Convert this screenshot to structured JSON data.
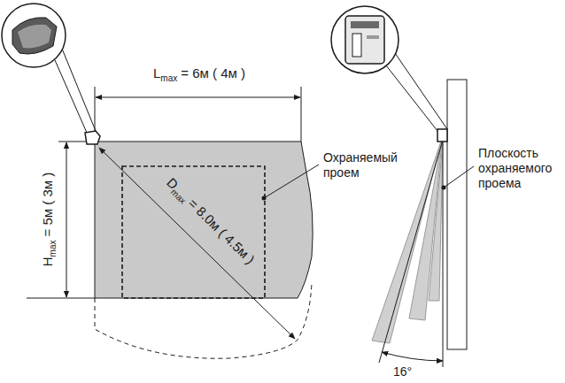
{
  "diagram": {
    "labels": [
      "L",
      "max",
      "= 6м ( 4м )",
      "Охраняемый проем",
      "H",
      "max",
      "= 5м ( 3м )",
      "D",
      "max",
      "= 8.0м ( 4.5м )",
      "Плоскость охраняемого проема",
      "16°"
    ]
  }
}
